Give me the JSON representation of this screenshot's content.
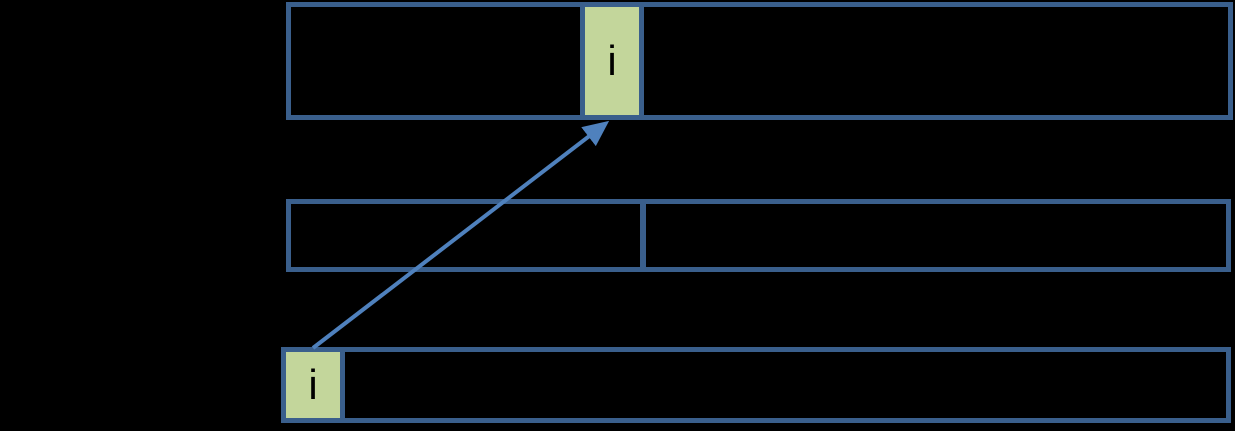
{
  "diagram": {
    "colors": {
      "background": "#000000",
      "box-border": "#3a5f8c",
      "box-fill": "#000000",
      "highlight-fill": "#c3d69b",
      "arrow": "#4f81bd",
      "label": "#000000"
    },
    "top_array": {
      "highlight_cell": {
        "label": "i"
      }
    },
    "middle_array": {
      "segments": 2
    },
    "bottom_array": {
      "highlight_cell": {
        "label": "i"
      }
    },
    "arrow": {
      "from": "bottom_array.highlight_cell",
      "to": "top_array.highlight_cell"
    }
  }
}
